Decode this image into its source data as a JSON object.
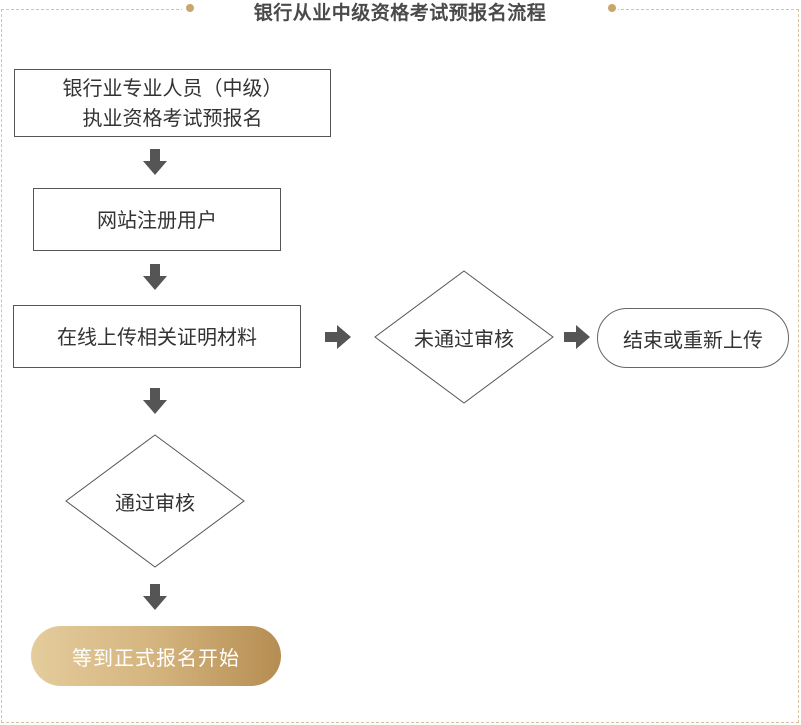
{
  "title": "银行从业中级资格考试预报名流程",
  "accent_color": "#c7a76a",
  "steps": {
    "start_line1": "银行业专业人员（中级）",
    "start_line2": "执业资格考试预报名",
    "register": "网站注册用户",
    "upload": "在线上传相关证明材料",
    "fail_review": "未通过审核",
    "end_or_reupload": "结束或重新上传",
    "pass_review": "通过审核",
    "final": "等到正式报名开始"
  }
}
